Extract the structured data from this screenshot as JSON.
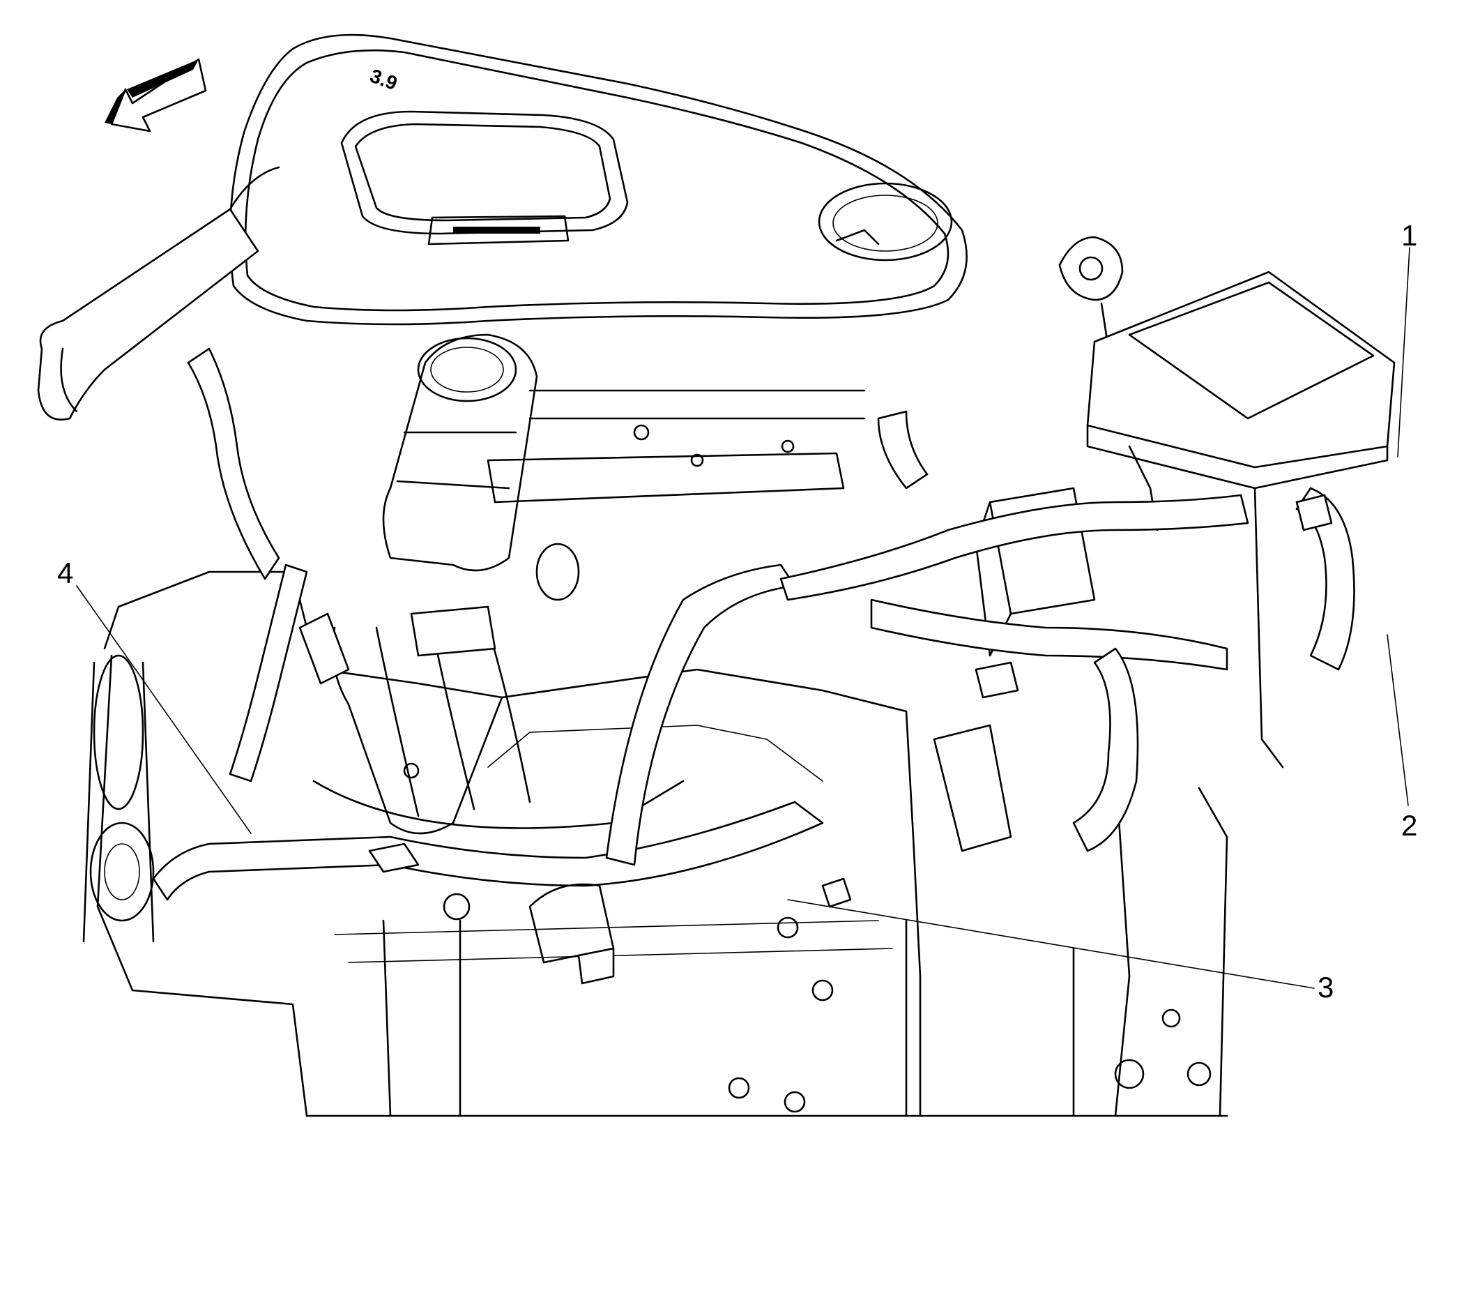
{
  "diagram": {
    "callouts": [
      {
        "id": "1",
        "label": "1"
      },
      {
        "id": "2",
        "label": "2"
      },
      {
        "id": "3",
        "label": "3"
      },
      {
        "id": "4",
        "label": "4"
      }
    ],
    "cover_logo_text": "3.9",
    "direction_arrow": "front-of-vehicle-arrow-icon",
    "colors": {
      "line": "#000000",
      "background": "#ffffff"
    }
  }
}
